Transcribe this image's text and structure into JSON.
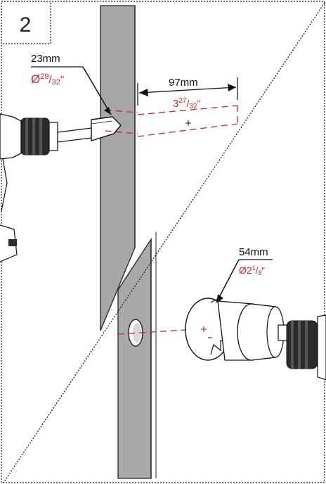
{
  "step": {
    "number": "2"
  },
  "labels": {
    "small_hole": {
      "metric": "23mm",
      "imperial_prefix": "Ø",
      "imperial_num": "29",
      "imperial_den": "32",
      "imperial_suffix": "\""
    },
    "backset": {
      "metric": "97mm",
      "imperial_whole": "3",
      "imperial_num": "27",
      "imperial_den": "32",
      "imperial_suffix": "\""
    },
    "large_hole": {
      "metric": "54mm",
      "imperial_prefix": "Ø2",
      "imperial_num": "1",
      "imperial_den": "8",
      "imperial_suffix": "\""
    }
  },
  "colors": {
    "door": "#a7a7a7",
    "door_dark": "#8f8f8f",
    "red_dimension": "#d2232a",
    "ink": "#111111"
  },
  "icons": [
    "drill-icon",
    "spade-bit-icon",
    "hole-saw-icon",
    "hole-saw-drill-icon"
  ]
}
